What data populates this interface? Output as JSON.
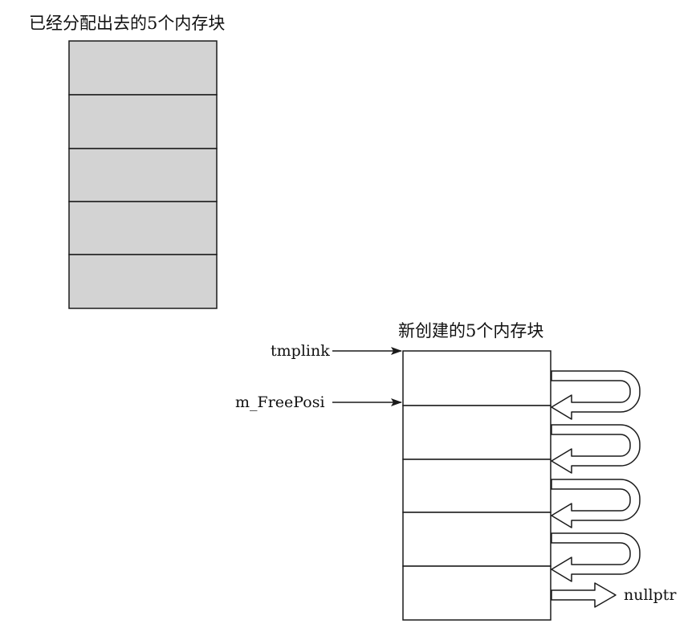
{
  "allocated_section": {
    "title": "已经分配出去的5个内存块",
    "block_count": 5,
    "fill_color": "#d3d3d3"
  },
  "new_section": {
    "title": "新创建的5个内存块",
    "block_count": 5,
    "fill_color": "#ffffff"
  },
  "pointers": {
    "tmplink": "tmplink",
    "free_posi": "m_FreePosi",
    "nullptr": "nullptr"
  },
  "colors": {
    "stroke": "#1a1a1a"
  }
}
